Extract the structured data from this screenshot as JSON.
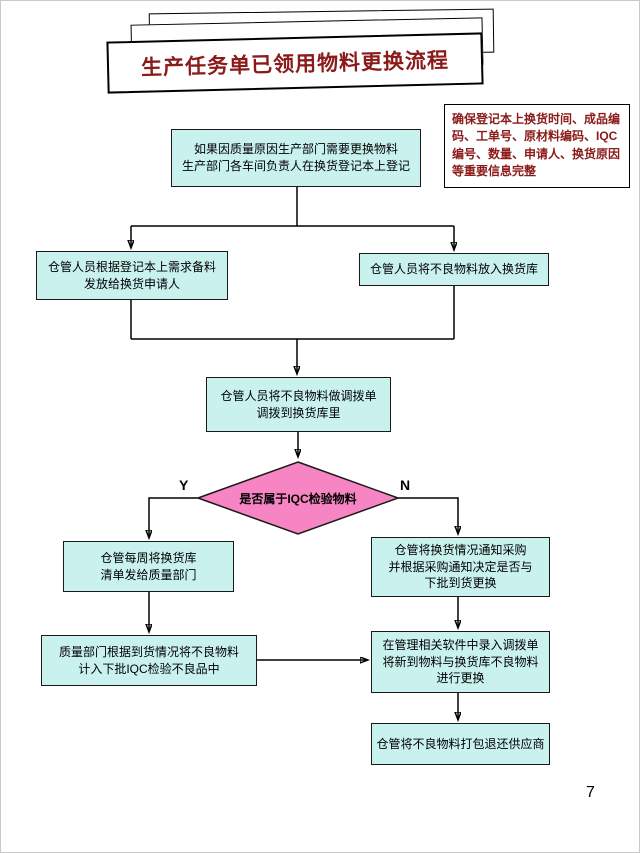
{
  "title": "生产任务单已领用物料更换流程",
  "page_number": "7",
  "side_note": "确保登记本上换货时间、成品编码、工单号、原材料编码、IQC编号、数量、申请人、换货原因等重要信息完整",
  "nodes": {
    "start": "如果因质量原因生产部门需要更换物料\n生产部门各车间负责人在换货登记本上登记",
    "prepare_material": "仓管人员根据登记本上需求备料\n发放给换货申请人",
    "store_defective": "仓管人员将不良物料放入换货库",
    "transfer_order": "仓管人员将不良物料做调拨单\n调拨到换货库里",
    "decision": "是否属于IQC检验物料",
    "weekly_list": "仓管每周将换货库\n清单发给质量部门",
    "quality_record": "质量部门根据到货情况将不良物料\n计入下批IQC检验不良品中",
    "notify_purchasing": "仓管将换货情况通知采购\n并根据采购通知决定是否与\n下批到货更换",
    "software_entry": "在管理相关软件中录入调拨单\n将新到物料与换货库不良物料\n进行更换",
    "return_supplier": "仓管将不良物料打包退还供应商"
  },
  "branch_labels": {
    "yes": "Y",
    "no": "N"
  },
  "colors": {
    "node_fill": "#c9f2ee",
    "node_border": "#1a1a1a",
    "diamond_fill": "#f885c3",
    "title_text": "#8b1a1a",
    "note_text": "#8b1a1a",
    "connector": "#000000"
  }
}
